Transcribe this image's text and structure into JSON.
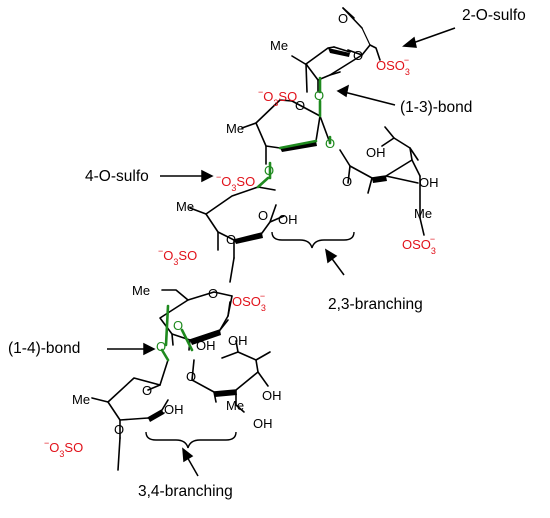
{
  "colors": {
    "bond": "#000000",
    "highlight_bond": "#1f8a1f",
    "highlight_oxygen": "#1f8a1f",
    "sulfate": "#e1111a",
    "text": "#000000"
  },
  "annotations": {
    "two_o_sulfo": "2-O-sulfo",
    "one_three_bond": "(1-3)-bond",
    "four_o_sulfo": "4-O-sulfo",
    "branch_23": "2,3-branching",
    "one_four_bond": "(1-4)-bond",
    "branch_34": "3,4-branching"
  },
  "atoms": {
    "O": "O",
    "OH": "OH",
    "Me": "Me",
    "methyl": "Me",
    "sulfate_o": "OSO",
    "sulfate_sub": "3",
    "sulfate_sup": "−",
    "sulfate_left": "O",
    "sulfate_left_tail": "SO",
    "sulfate_left_sub": "3",
    "sulfate_left_sup": "−"
  }
}
